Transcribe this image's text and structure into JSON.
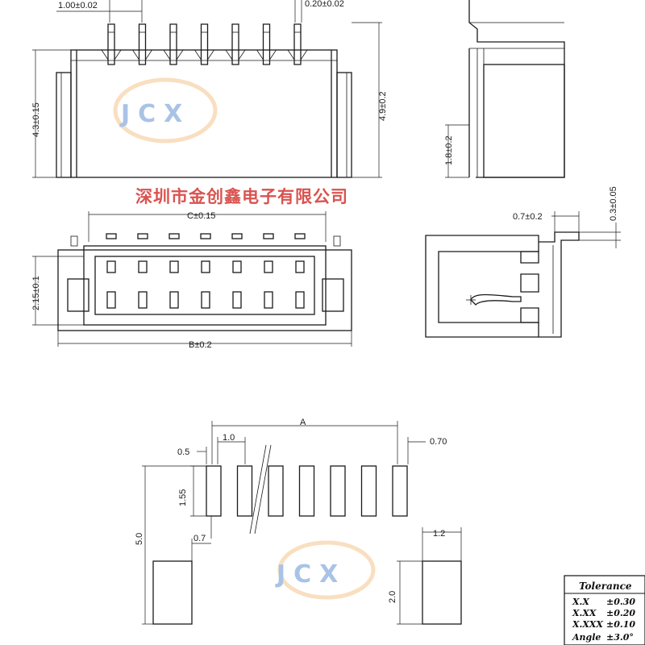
{
  "watermark": {
    "company": "深圳市金创鑫电子有限公司",
    "logo": "JCX"
  },
  "front_view": {
    "pitch": "1.00±0.02",
    "pin_width": "0.20±0.02",
    "height_left": "4.3±0.15",
    "height_right": "4.9±0.2"
  },
  "side_view": {
    "height": "1.8±0.2"
  },
  "top_view": {
    "c_dim": "C±0.15",
    "b_dim": "B±0.2",
    "depth": "2.15±0.1"
  },
  "section_view": {
    "lead_length": "0.7±0.2",
    "lead_thickness": "0.3±0.05"
  },
  "pcb_layout": {
    "a": "A",
    "pitch": "1.0",
    "pad_width": "0.5",
    "pad_height": "1.55",
    "end_offset": "0.70",
    "total_height": "5.0",
    "mount_offset": "0.7",
    "mount_width": "1.2",
    "mount_height": "2.0"
  },
  "tolerance": {
    "title": "Tolerance",
    "rows": [
      {
        "label": "X.X",
        "value": "±0.30"
      },
      {
        "label": "X.XX",
        "value": "±0.20"
      },
      {
        "label": "X.XXX",
        "value": "±0.10"
      },
      {
        "label": "Angle",
        "value": "±3.0°"
      }
    ]
  }
}
